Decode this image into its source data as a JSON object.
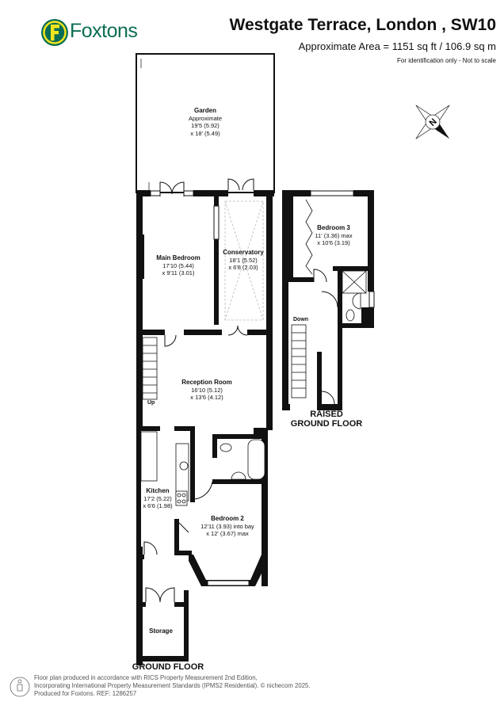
{
  "brand": {
    "name": "Foxtons",
    "logo_letter": "F",
    "colors": {
      "green": "#0b6d55",
      "yellow": "#f2e51d"
    }
  },
  "header": {
    "title": "Westgate Terrace, London , SW10",
    "area": "Approximate Area = 1151 sq ft / 106.9 sq m",
    "disclaimer": "For identification only - Not to scale"
  },
  "compass": {
    "icon": "compass-north-icon",
    "label": "N"
  },
  "floors": {
    "ground": {
      "label": "GROUND FLOOR",
      "rooms": {
        "garden": {
          "name": "Garden",
          "l1": "Approximate",
          "l2": "19'5 (5.92)",
          "l3": "x 18' (5.49)"
        },
        "main_bedroom": {
          "name": "Main Bedroom",
          "l1": "17'10 (5.44)",
          "l2": "x 9'11 (3.01)"
        },
        "conservatory": {
          "name": "Conservatory",
          "l1": "18'1 (5.52)",
          "l2": "x 6'8 (2.03)"
        },
        "reception": {
          "name": "Reception Room",
          "l1": "16'10 (5.12)",
          "l2": "x 13'6 (4.12)"
        },
        "kitchen": {
          "name": "Kitchen",
          "l1": "17'2 (5.22)",
          "l2": "x 6'6 (1.98)"
        },
        "bedroom2": {
          "name": "Bedroom 2",
          "l1": "12'11 (3.93) into bay",
          "l2": "x 12' (3.67) max"
        },
        "storage": {
          "name": "Storage"
        }
      },
      "stair_label": "Up"
    },
    "raised": {
      "label_line1": "RAISED",
      "label_line2": "GROUND FLOOR",
      "rooms": {
        "bedroom3": {
          "name": "Bedroom 3",
          "l1": "11' (3.36) max",
          "l2": "x 10'6 (3.19)"
        }
      },
      "stair_label": "Down"
    }
  },
  "footer": {
    "line1": "Floor plan produced in accordance with RICS Property Measurement 2nd Edition,",
    "line2": "Incorporating International Property Measurement Standards (IPMS2 Residential).   © nichecom 2025.",
    "line3": "Produced for Foxtons.   REF:  1286257"
  }
}
